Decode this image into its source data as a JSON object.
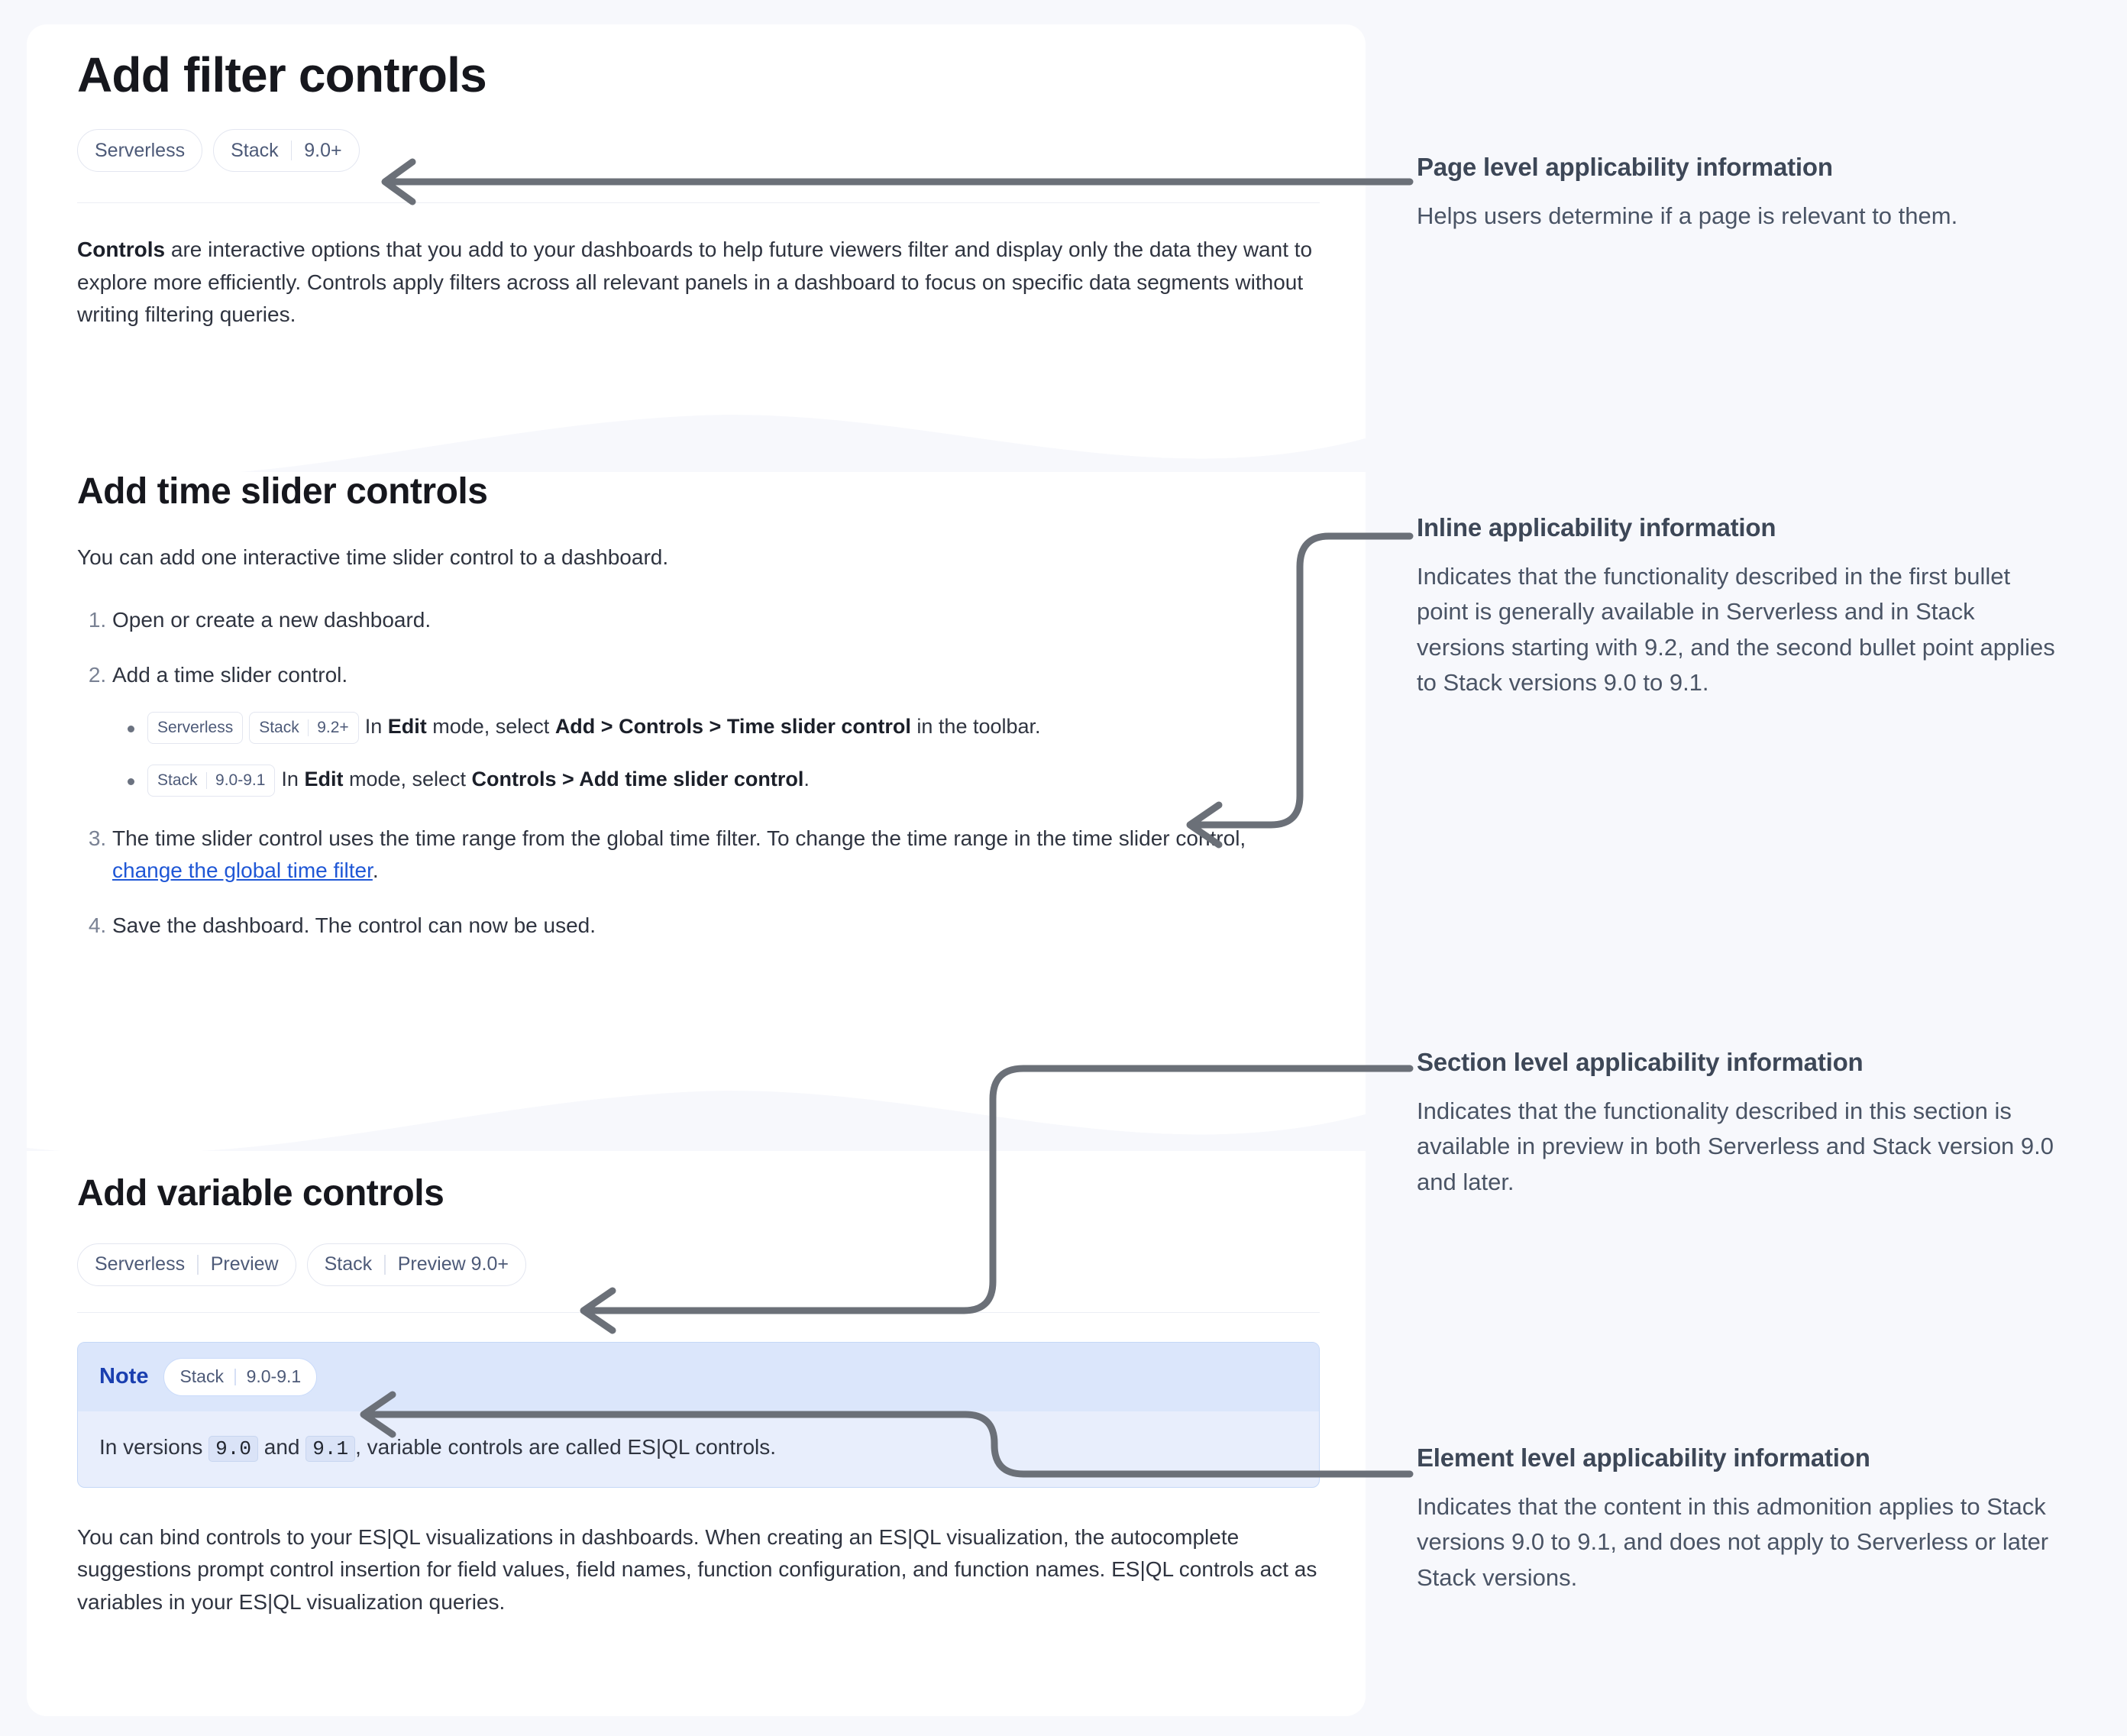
{
  "colors": {
    "page_background": "#f7f8fc",
    "panel_background": "#ffffff",
    "badge_text": "#4d5a78",
    "badge_border": "#e3e6f0",
    "link": "#1f57d6",
    "note_header_background": "#dbe6fb",
    "note_body_background": "#e8eefc",
    "note_border": "#c5d8f7",
    "note_label": "#1a3fb0",
    "annotation_heading": "#3d4757",
    "annotation_body": "#4a5465",
    "connector_arrow": "#6b7078"
  },
  "doc": {
    "page_title": "Add filter controls",
    "page_badges": [
      {
        "product": "Serverless",
        "version": ""
      },
      {
        "product": "Stack",
        "version": "9.0+"
      }
    ],
    "intro": {
      "lead_bold": "Controls",
      "text": " are interactive options that you add to your dashboards to help future viewers filter and display only the data they want to explore more efficiently. Controls apply filters across all relevant panels in a dashboard to focus on specific data segments without writing filtering queries."
    },
    "section_time": {
      "title": "Add time slider controls",
      "intro": "You can add one interactive time slider control to a dashboard.",
      "steps": [
        {
          "text": "Open or create a new dashboard."
        },
        {
          "text": "Add a time slider control.",
          "bullets": [
            {
              "badges": [
                {
                  "product": "Serverless",
                  "version": ""
                },
                {
                  "product": "Stack",
                  "version": "9.2+"
                }
              ],
              "parts": [
                {
                  "t": "In ",
                  "b": false
                },
                {
                  "t": "Edit",
                  "b": true
                },
                {
                  "t": " mode, select ",
                  "b": false
                },
                {
                  "t": "Add > Controls > Time slider control",
                  "b": true
                },
                {
                  "t": " in the toolbar.",
                  "b": false
                }
              ]
            },
            {
              "badges": [
                {
                  "product": "Stack",
                  "version": "9.0-9.1"
                }
              ],
              "parts": [
                {
                  "t": "In ",
                  "b": false
                },
                {
                  "t": "Edit",
                  "b": true
                },
                {
                  "t": " mode, select ",
                  "b": false
                },
                {
                  "t": "Controls > Add time slider control",
                  "b": true
                },
                {
                  "t": ".",
                  "b": false
                }
              ]
            }
          ]
        },
        {
          "text_before_link": "The time slider control uses the time range from the global time filter. To change the time range in the time slider control, ",
          "link_text": "change the global time filter",
          "text_after_link": "."
        },
        {
          "text": "Save the dashboard. The control can now be used."
        }
      ]
    },
    "section_variable": {
      "title": "Add variable controls",
      "badges": [
        {
          "product": "Serverless",
          "version": "Preview"
        },
        {
          "product": "Stack",
          "version": "Preview 9.0+"
        }
      ],
      "note": {
        "label": "Note",
        "badge": {
          "product": "Stack",
          "version": "9.0-9.1"
        },
        "body_parts": [
          {
            "t": "In versions ",
            "code": false
          },
          {
            "t": "9.0",
            "code": true
          },
          {
            "t": " and ",
            "code": false
          },
          {
            "t": "9.1",
            "code": true
          },
          {
            "t": ", variable controls are called ES|QL controls.",
            "code": false
          }
        ]
      },
      "paragraph": "You can bind controls to your ES|QL visualizations in dashboards. When creating an ES|QL visualization, the autocomplete suggestions prompt control insertion for field values, field names, function configuration, and function names. ES|QL controls act as variables in your ES|QL visualization queries."
    }
  },
  "annotations": [
    {
      "id": "page",
      "title": "Page level applicability information",
      "body": "Helps users determine if a page is relevant to them."
    },
    {
      "id": "inline",
      "title": "Inline applicability information",
      "body": "Indicates that the functionality described in the first bullet point is generally available in Serverless and in Stack versions starting with 9.2, and the second bullet point applies to Stack versions 9.0 to 9.1."
    },
    {
      "id": "section",
      "title": "Section level applicability information",
      "body": "Indicates that the functionality described in this section is available in preview in both Serverless and Stack version 9.0 and later."
    },
    {
      "id": "element",
      "title": "Element level applicability information",
      "body": "Indicates that the content in this admonition applies to Stack versions 9.0 to 9.1, and does not apply to Serverless or later Stack versions."
    }
  ]
}
